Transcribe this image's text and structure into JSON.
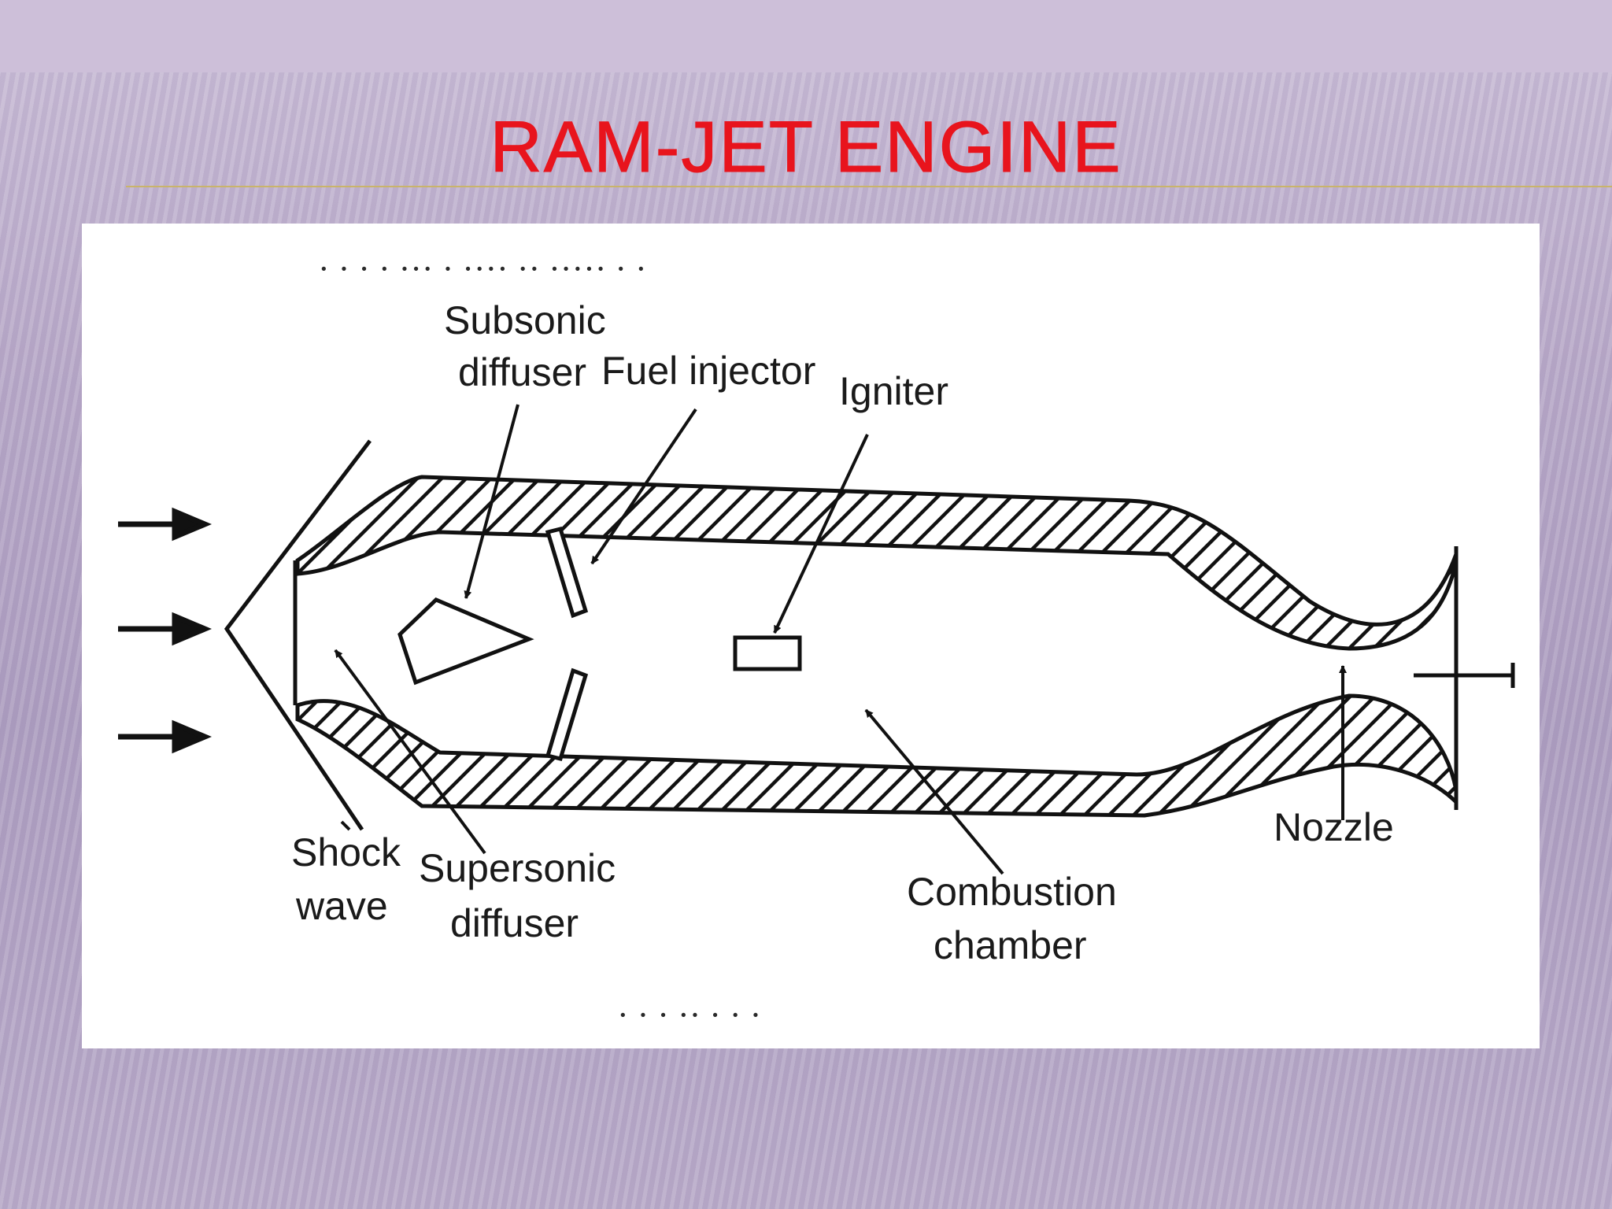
{
  "slide": {
    "title": "RAM-JET ENGINE",
    "title_color": "#e8141d"
  },
  "diagram": {
    "labels": {
      "subsonic_diffuser_line1": "Subsonic",
      "subsonic_diffuser_line2": "diffuser",
      "fuel_injector": "Fuel injector",
      "igniter": "Igniter",
      "shock_wave_line1": "Shock",
      "shock_wave_line2": "wave",
      "supersonic_diffuser_line1": "Supersonic",
      "supersonic_diffuser_line2": "diffuser",
      "combustion_chamber_line1": "Combustion",
      "combustion_chamber_line2": "chamber",
      "nozzle": "Nozzle"
    }
  }
}
